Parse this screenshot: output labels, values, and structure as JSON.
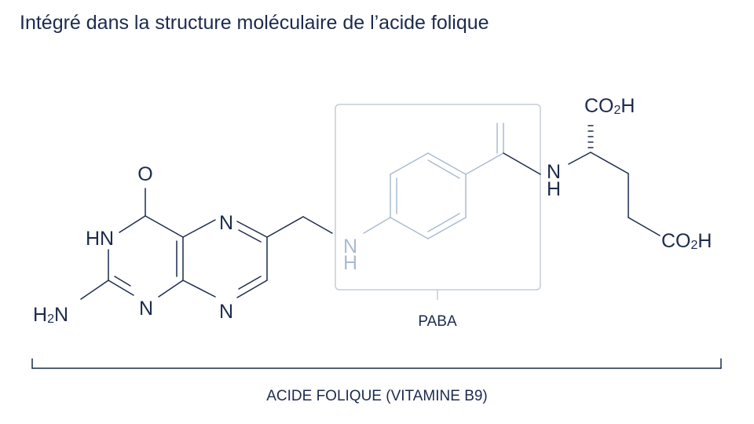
{
  "title": "Intégré dans la structure moléculaire de l’acide folique",
  "molecule_name": "ACIDE FOLIQUE (VITAMINE B9)",
  "paba_label": "PABA",
  "atoms": {
    "oxygen": "O",
    "hn": "HN",
    "h2n_h": "H",
    "h2n_sub": "2",
    "h2n_n": "N",
    "n_ring_left": "N",
    "n_ring_top": "N",
    "n_ring_bottom": "N",
    "paba_n": "N",
    "paba_h": "H",
    "amide_n": "N",
    "amide_h": "H",
    "co2h_top_co": "CO",
    "co2h_top_sub": "2",
    "co2h_top_h": "H",
    "co2h_bottom_co": "CO",
    "co2h_bottom_sub": "2",
    "co2h_bottom_h": "H"
  },
  "colors": {
    "text": "#1c2b4d",
    "paba_highlight": "#a9bbd2",
    "box": "#c3ced9"
  }
}
